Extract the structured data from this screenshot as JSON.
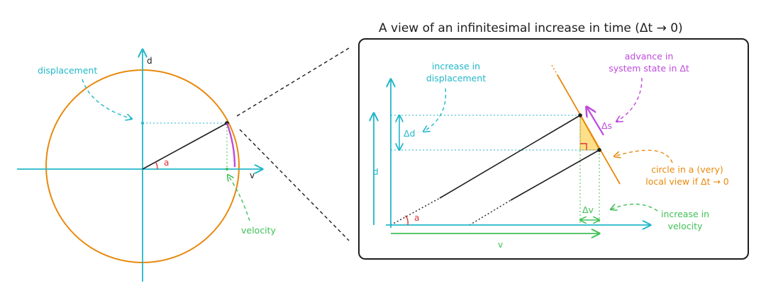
{
  "colors": {
    "axis": "#22b7c9",
    "circle": "#e8890c",
    "displacement": "#22b7c9",
    "velocity": "#40c057",
    "advance": "#be4bdb",
    "angle": "#e03131",
    "state_line": "#1e1e1e",
    "triangle_fill": "#ffe08a"
  },
  "left_panel": {
    "axis_d": "d",
    "axis_v": "v",
    "angle": "a",
    "label_displacement": "displacement",
    "label_velocity": "velocity"
  },
  "zoom_panel": {
    "title": "A view of an infinitesimal increase in time (Δt → 0)",
    "increase_in_displacement": [
      "increase in",
      "displacement"
    ],
    "advance_in_state": [
      "advance in",
      "system state in Δt"
    ],
    "delta_s": "Δs",
    "delta_d": "Δd",
    "delta_v": "Δv",
    "axis_d": "d",
    "axis_v": "v",
    "angle": "a",
    "circle_local_view": [
      "circle in a (very)",
      "local view if Δt → 0"
    ],
    "increase_in_velocity": [
      "increase in",
      "velocity"
    ]
  }
}
